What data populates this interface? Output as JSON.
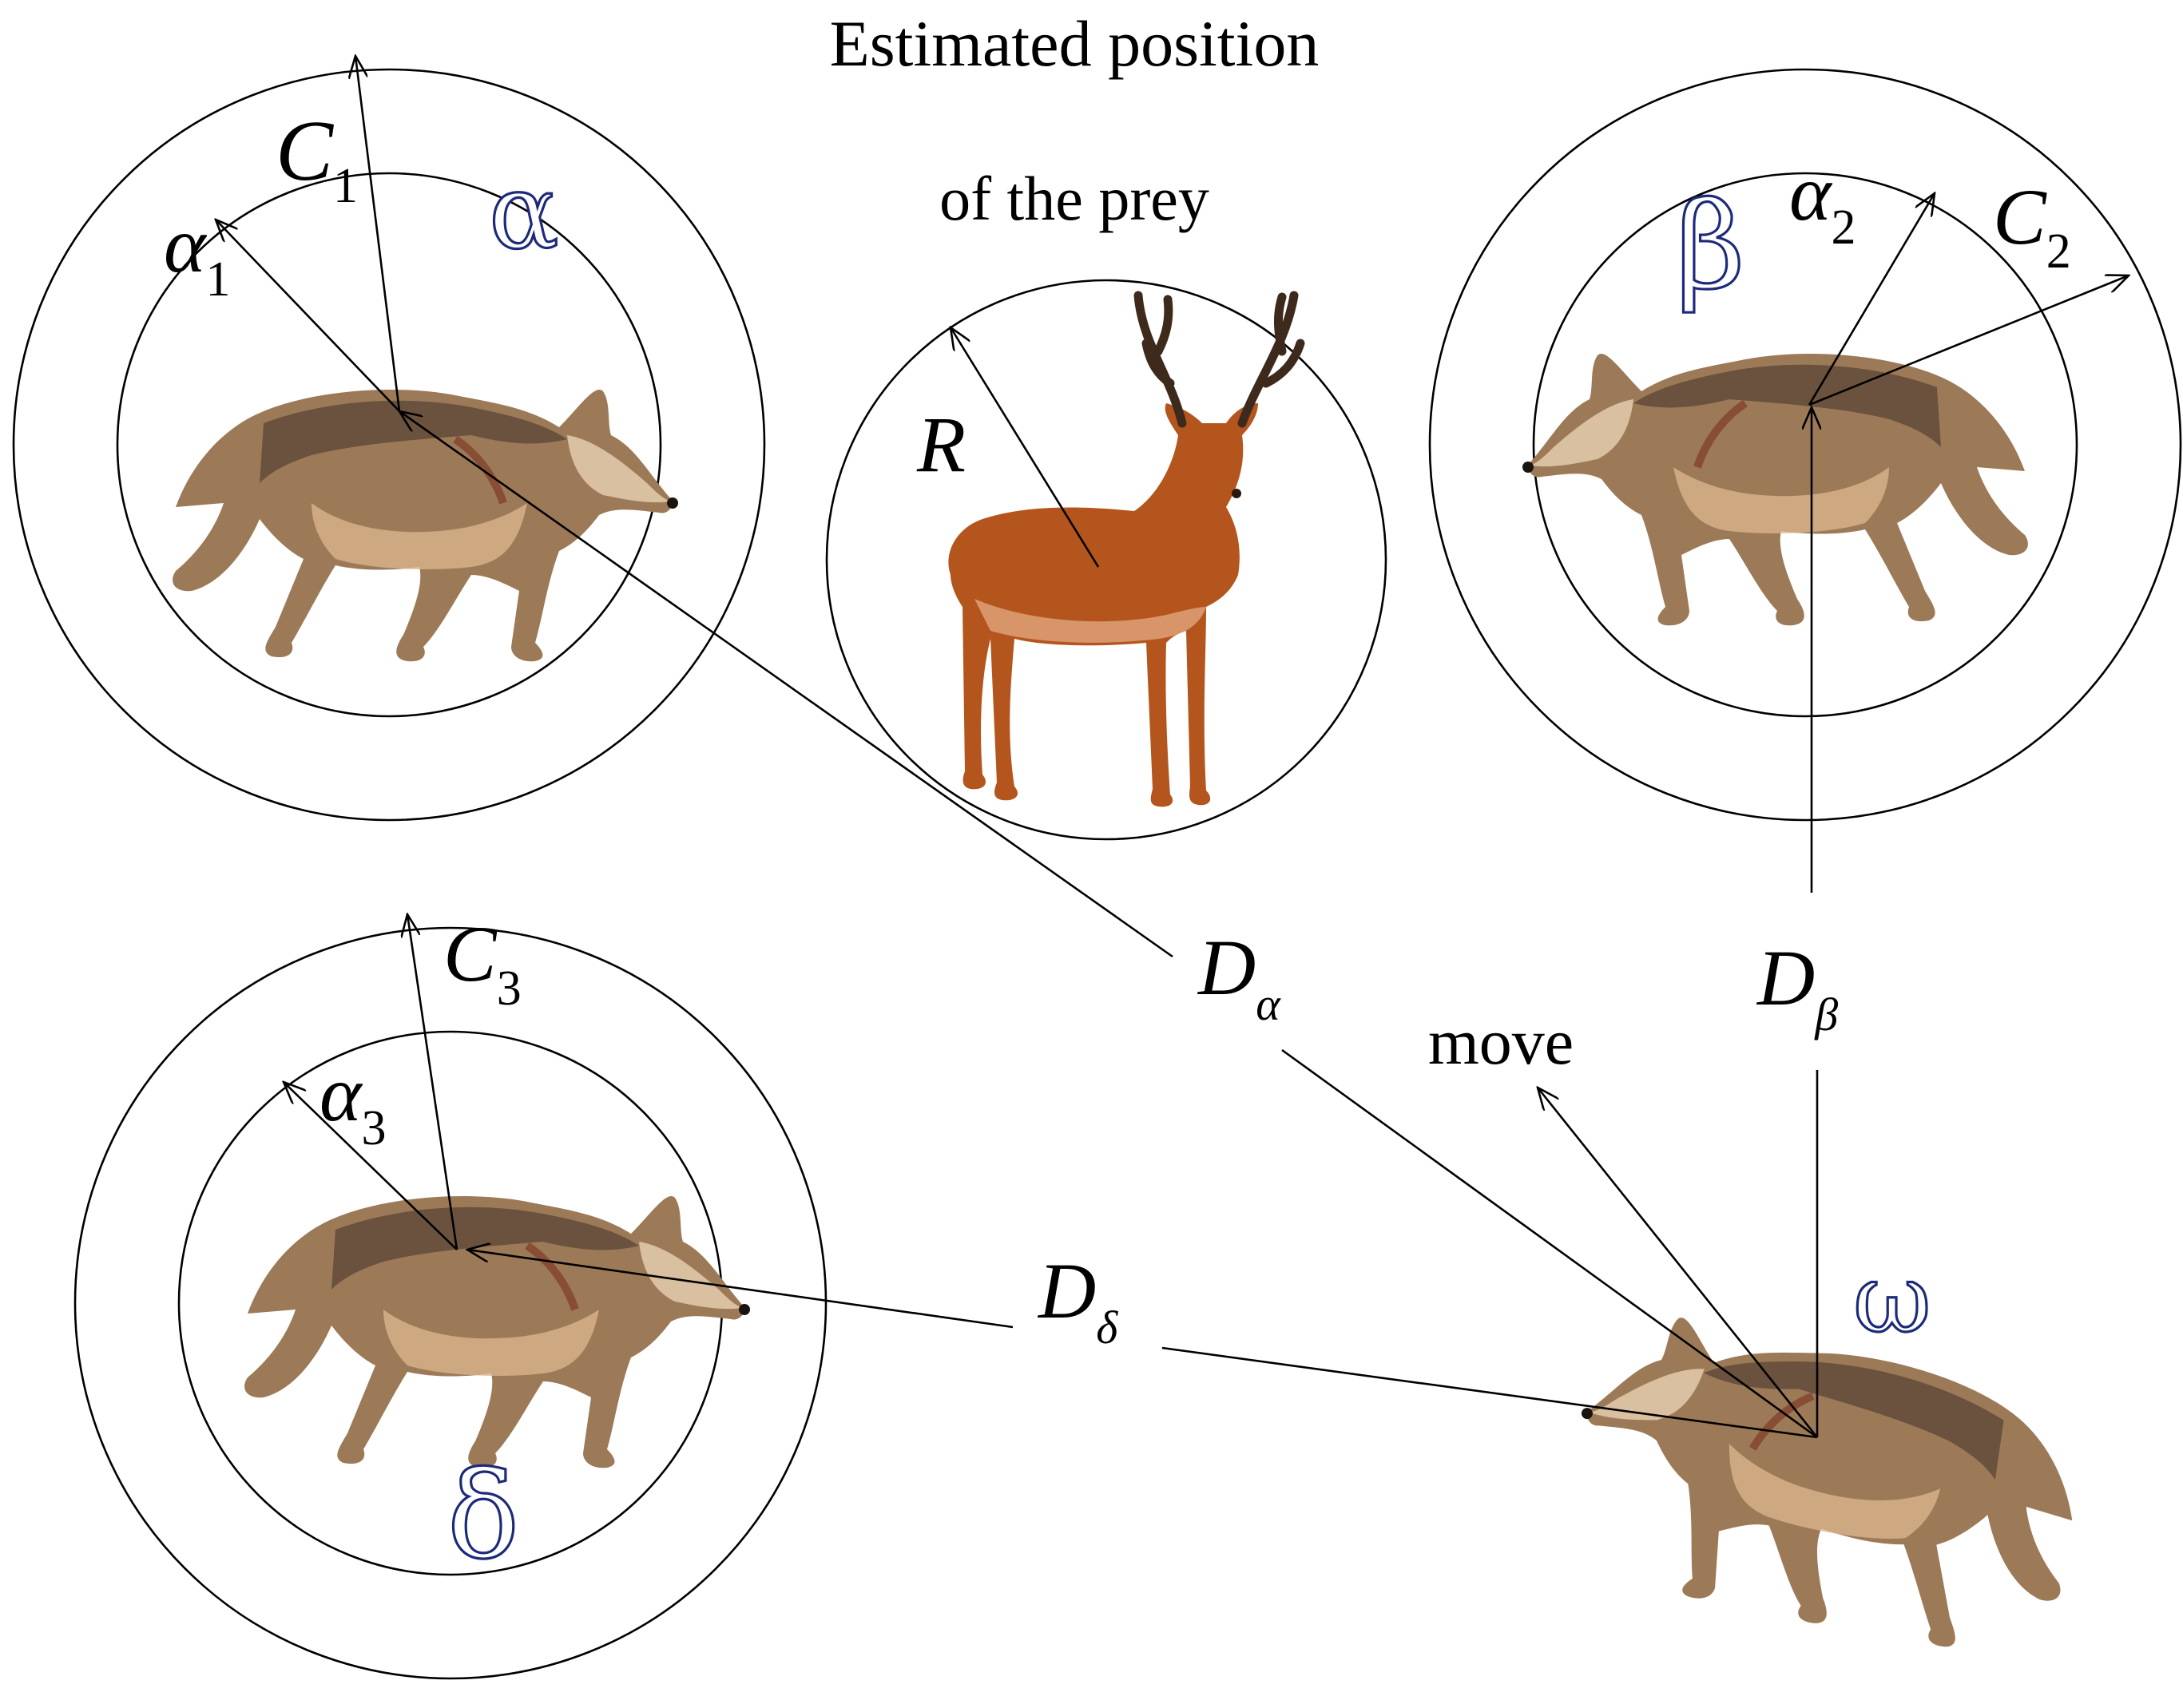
{
  "title": {
    "line1": "Estimated position",
    "line2": "of the prey"
  },
  "labels": {
    "alpha_wolf": "α",
    "beta_wolf": "β",
    "delta_wolf": "δ",
    "omega_wolf": "ω",
    "R": "R",
    "move": "move",
    "C1": {
      "base": "C",
      "sub": "1"
    },
    "C2": {
      "base": "C",
      "sub": "2"
    },
    "C3": {
      "base": "C",
      "sub": "3"
    },
    "a1": {
      "base": "α",
      "sub": "1"
    },
    "a2": {
      "base": "α",
      "sub": "2"
    },
    "a3": {
      "base": "α",
      "sub": "3"
    },
    "D_alpha": {
      "base": "D",
      "sub": "α"
    },
    "D_beta": {
      "base": "D",
      "sub": "β"
    },
    "D_delta": {
      "base": "D",
      "sub": "δ"
    }
  },
  "colors": {
    "greek_outline": "#1d2a7a",
    "line": "#000000",
    "wolf_body": "#9c7a58",
    "wolf_light": "#d9b48c",
    "wolf_dark": "#5a4636",
    "deer_body": "#b4551e"
  }
}
